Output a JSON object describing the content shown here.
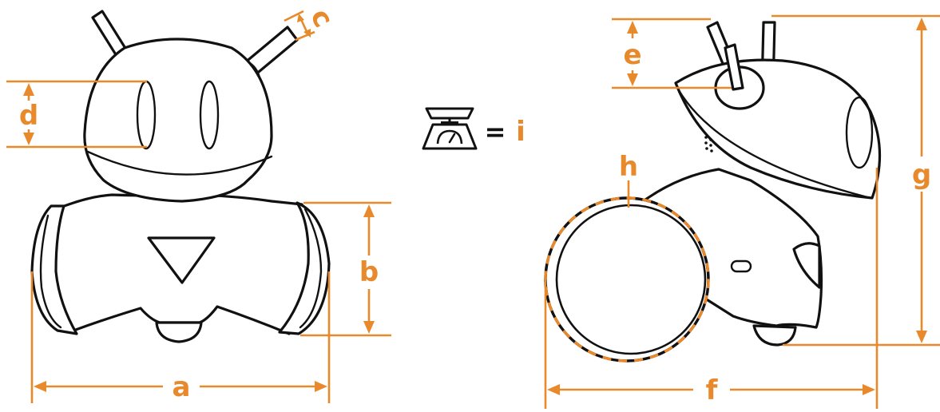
{
  "labels": {
    "a": "a",
    "b": "b",
    "c": "c",
    "d": "d",
    "e": "e",
    "f": "f",
    "g": "g",
    "h": "h",
    "i": "i"
  },
  "equals_sign": "=",
  "icons": {
    "weight": "scale-icon"
  },
  "colors": {
    "dimension": "#E8892B",
    "outline": "#111111"
  }
}
